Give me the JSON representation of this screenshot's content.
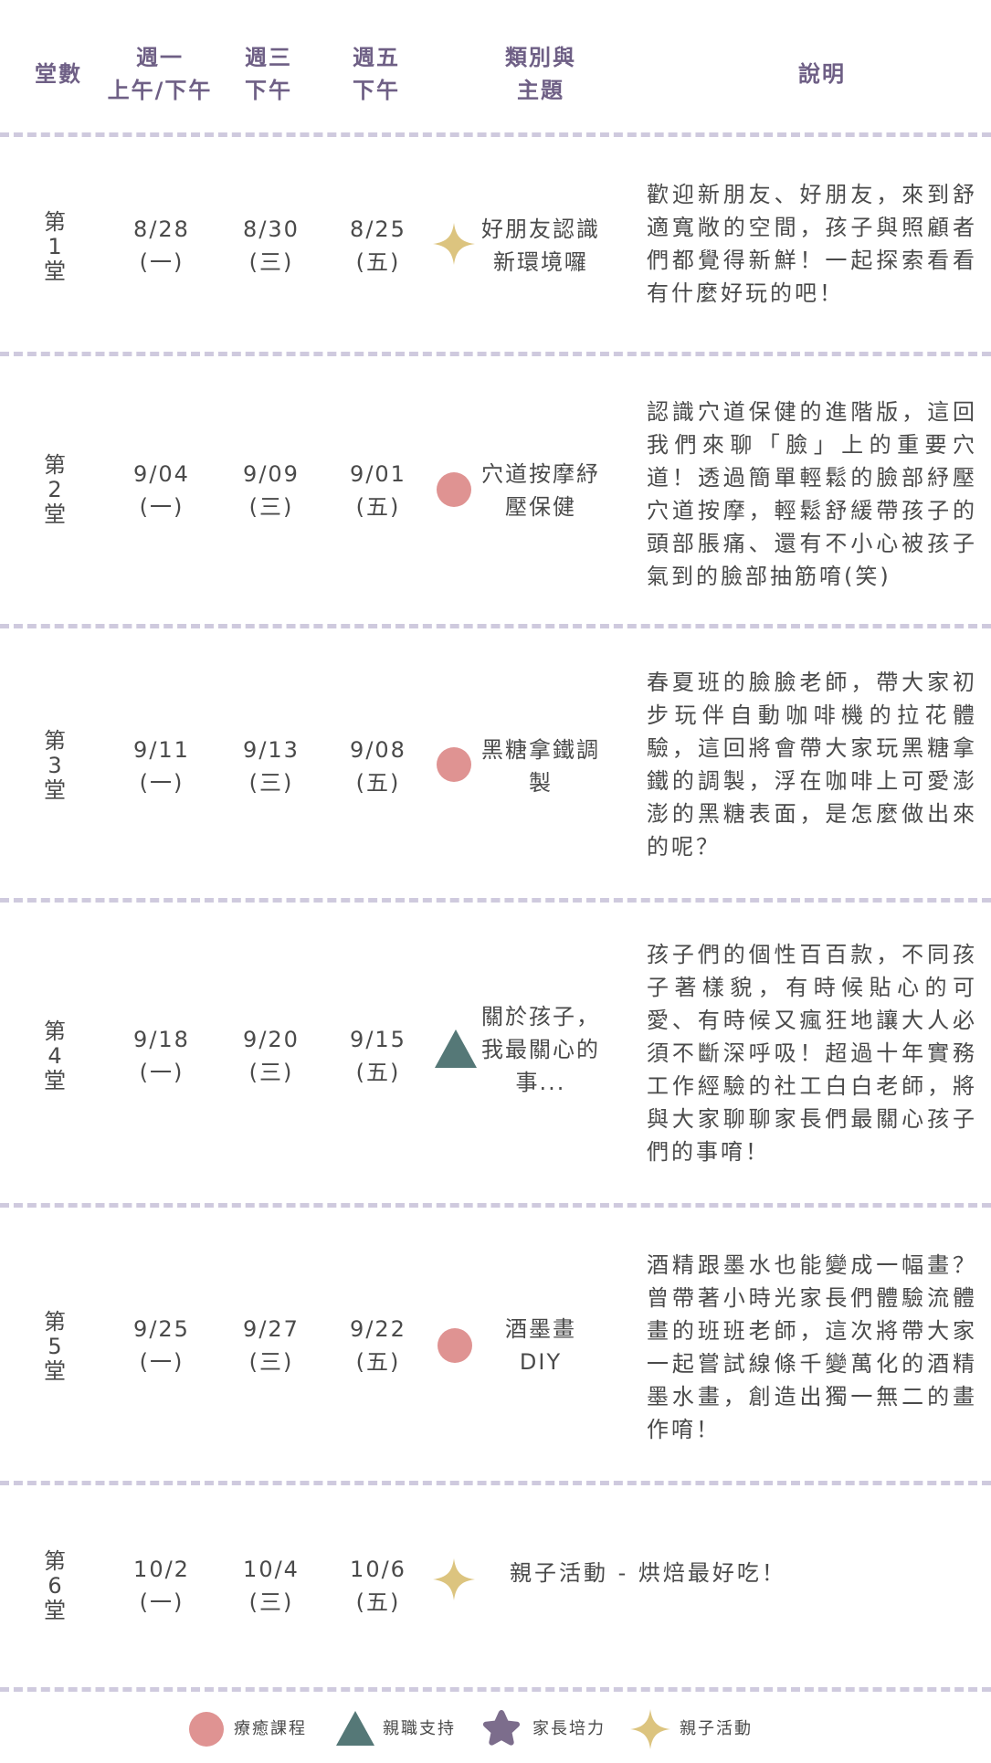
{
  "header": {
    "lesson": "堂數",
    "mon_line1": "週一",
    "mon_line2": "上午/下午",
    "wed_line1": "週三",
    "wed_line2": "下午",
    "fri_line1": "週五",
    "fri_line2": "下午",
    "category_line1": "類別與",
    "category_line2": "主題",
    "description": "說明"
  },
  "colors": {
    "heading": "#6e5f85",
    "divider": "#cfcade",
    "healing": "#df9392",
    "parenting_support": "#557877",
    "parent_empowerment": "#7c6d8c",
    "family_activity": "#dcc47f"
  },
  "rows": [
    {
      "lesson": [
        "第",
        "1",
        "堂"
      ],
      "mon": [
        "8/28",
        "(一)"
      ],
      "wed": [
        "8/30",
        "(三)"
      ],
      "fri": [
        "8/25",
        "(五)"
      ],
      "category_icon": "four-point-star-icon",
      "category": "親子活動",
      "theme": "好朋友認識新環境囉",
      "description": "歡迎新朋友、好朋友，來到舒適寬敞的空間，孩子與照顧者們都覺得新鮮！一起探索看看有什麼好玩的吧！"
    },
    {
      "lesson": [
        "第",
        "2",
        "堂"
      ],
      "mon": [
        "9/04",
        "(一)"
      ],
      "wed": [
        "9/09",
        "(三)"
      ],
      "fri": [
        "9/01",
        "(五)"
      ],
      "category_icon": "circle-icon",
      "category": "療癒課程",
      "theme": "穴道按摩紓壓保健",
      "description": "認識穴道保健的進階版，這回我們來聊「臉」上的重要穴道！透過簡單輕鬆的臉部紓壓穴道按摩，輕鬆舒緩帶孩子的頭部脹痛、還有不小心被孩子氣到的臉部抽筋唷(笑)"
    },
    {
      "lesson": [
        "第",
        "3",
        "堂"
      ],
      "mon": [
        "9/11",
        "(一)"
      ],
      "wed": [
        "9/13",
        "(三)"
      ],
      "fri": [
        "9/08",
        "(五)"
      ],
      "category_icon": "circle-icon",
      "category": "療癒課程",
      "theme": "黑糖拿鐵調製",
      "description": "春夏班的臉臉老師，帶大家初步玩伴自動咖啡機的拉花體驗，這回將會帶大家玩黑糖拿鐵的調製，浮在咖啡上可愛澎澎的黑糖表面，是怎麼做出來的呢？"
    },
    {
      "lesson": [
        "第",
        "4",
        "堂"
      ],
      "mon": [
        "9/18",
        "(一)"
      ],
      "wed": [
        "9/20",
        "(三)"
      ],
      "fri": [
        "9/15",
        "(五)"
      ],
      "category_icon": "triangle-icon",
      "category": "親職支持",
      "theme": "關於孩子，我最關心的事...",
      "description": "孩子們的個性百百款，不同孩子著樣貌，有時候貼心的可愛、有時候又瘋狂地讓大人必須不斷深呼吸！超過十年實務工作經驗的社工白白老師，將與大家聊聊家長們最關心孩子們的事唷！"
    },
    {
      "lesson": [
        "第",
        "5",
        "堂"
      ],
      "mon": [
        "9/25",
        "(一)"
      ],
      "wed": [
        "9/27",
        "(三)"
      ],
      "fri": [
        "9/22",
        "(五)"
      ],
      "category_icon": "circle-icon",
      "category": "療癒課程",
      "theme": "酒墨畫DIY",
      "description": "酒精跟墨水也能變成一幅畫？曾帶著小時光家長們體驗流體畫的班班老師，這次將帶大家一起嘗試線條千變萬化的酒精墨水畫，創造出獨一無二的畫作唷！"
    },
    {
      "lesson": [
        "第",
        "6",
        "堂"
      ],
      "mon": [
        "10/2",
        "(一)"
      ],
      "wed": [
        "10/4",
        "(三)"
      ],
      "fri": [
        "10/6",
        "(五)"
      ],
      "category_icon": "four-point-star-icon",
      "category": "親子活動",
      "theme": "親子活動 - 烘焙最好吃！",
      "description": ""
    }
  ],
  "legend": [
    {
      "icon": "circle-icon",
      "label": "療癒課程"
    },
    {
      "icon": "triangle-icon",
      "label": "親職支持"
    },
    {
      "icon": "star-icon",
      "label": "家長培力"
    },
    {
      "icon": "four-point-star-icon",
      "label": "親子活動"
    }
  ]
}
